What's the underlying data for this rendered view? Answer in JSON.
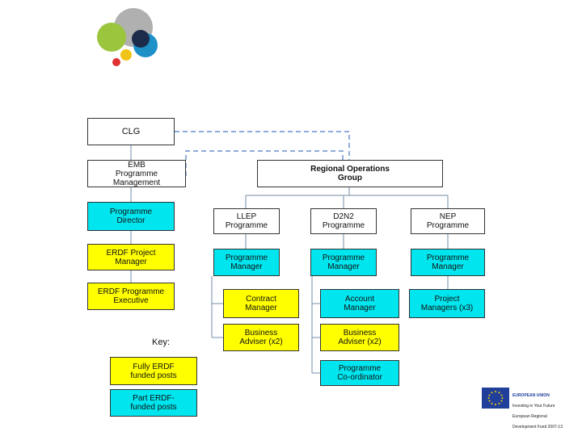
{
  "colors": {
    "fully_funded": "#ffff00",
    "part_funded": "#00e5ee",
    "unfunded": "#ffffff"
  },
  "org_chart": {
    "clg": "CLG",
    "emb": "EMB\nProgramme\nManagement",
    "rog": "Regional Operations\nGroup",
    "programme_director": "Programme\nDirector",
    "erdf_project_manager": "ERDF Project\nManager",
    "erdf_programme_executive": "ERDF Programme\nExecutive",
    "llep": "LLEP\nProgramme",
    "d2n2": "D2N2\nProgramme",
    "nep": "NEP\nProgramme",
    "llep_pm": "Programme\nManager",
    "d2n2_pm": "Programme\nManager",
    "nep_pm": "Programme\nManager",
    "contract_manager": "Contract\nManager",
    "account_manager": "Account\nManager",
    "project_managers": "Project\nManagers (x3)",
    "llep_business_adviser": "Business\nAdviser (x2)",
    "d2n2_business_adviser": "Business\nAdviser (x2)",
    "programme_coordinator": "Programme\nCo-ordinator"
  },
  "key": {
    "label": "Key:",
    "fully": "Fully ERDF\nfunded posts",
    "part": "Part ERDF-\nfunded posts"
  },
  "eu": {
    "line1": "EUROPEAN UNION",
    "line2": "Investing in Your Future",
    "line3": "European Regional",
    "line4": "Development Fund 2007-13"
  }
}
